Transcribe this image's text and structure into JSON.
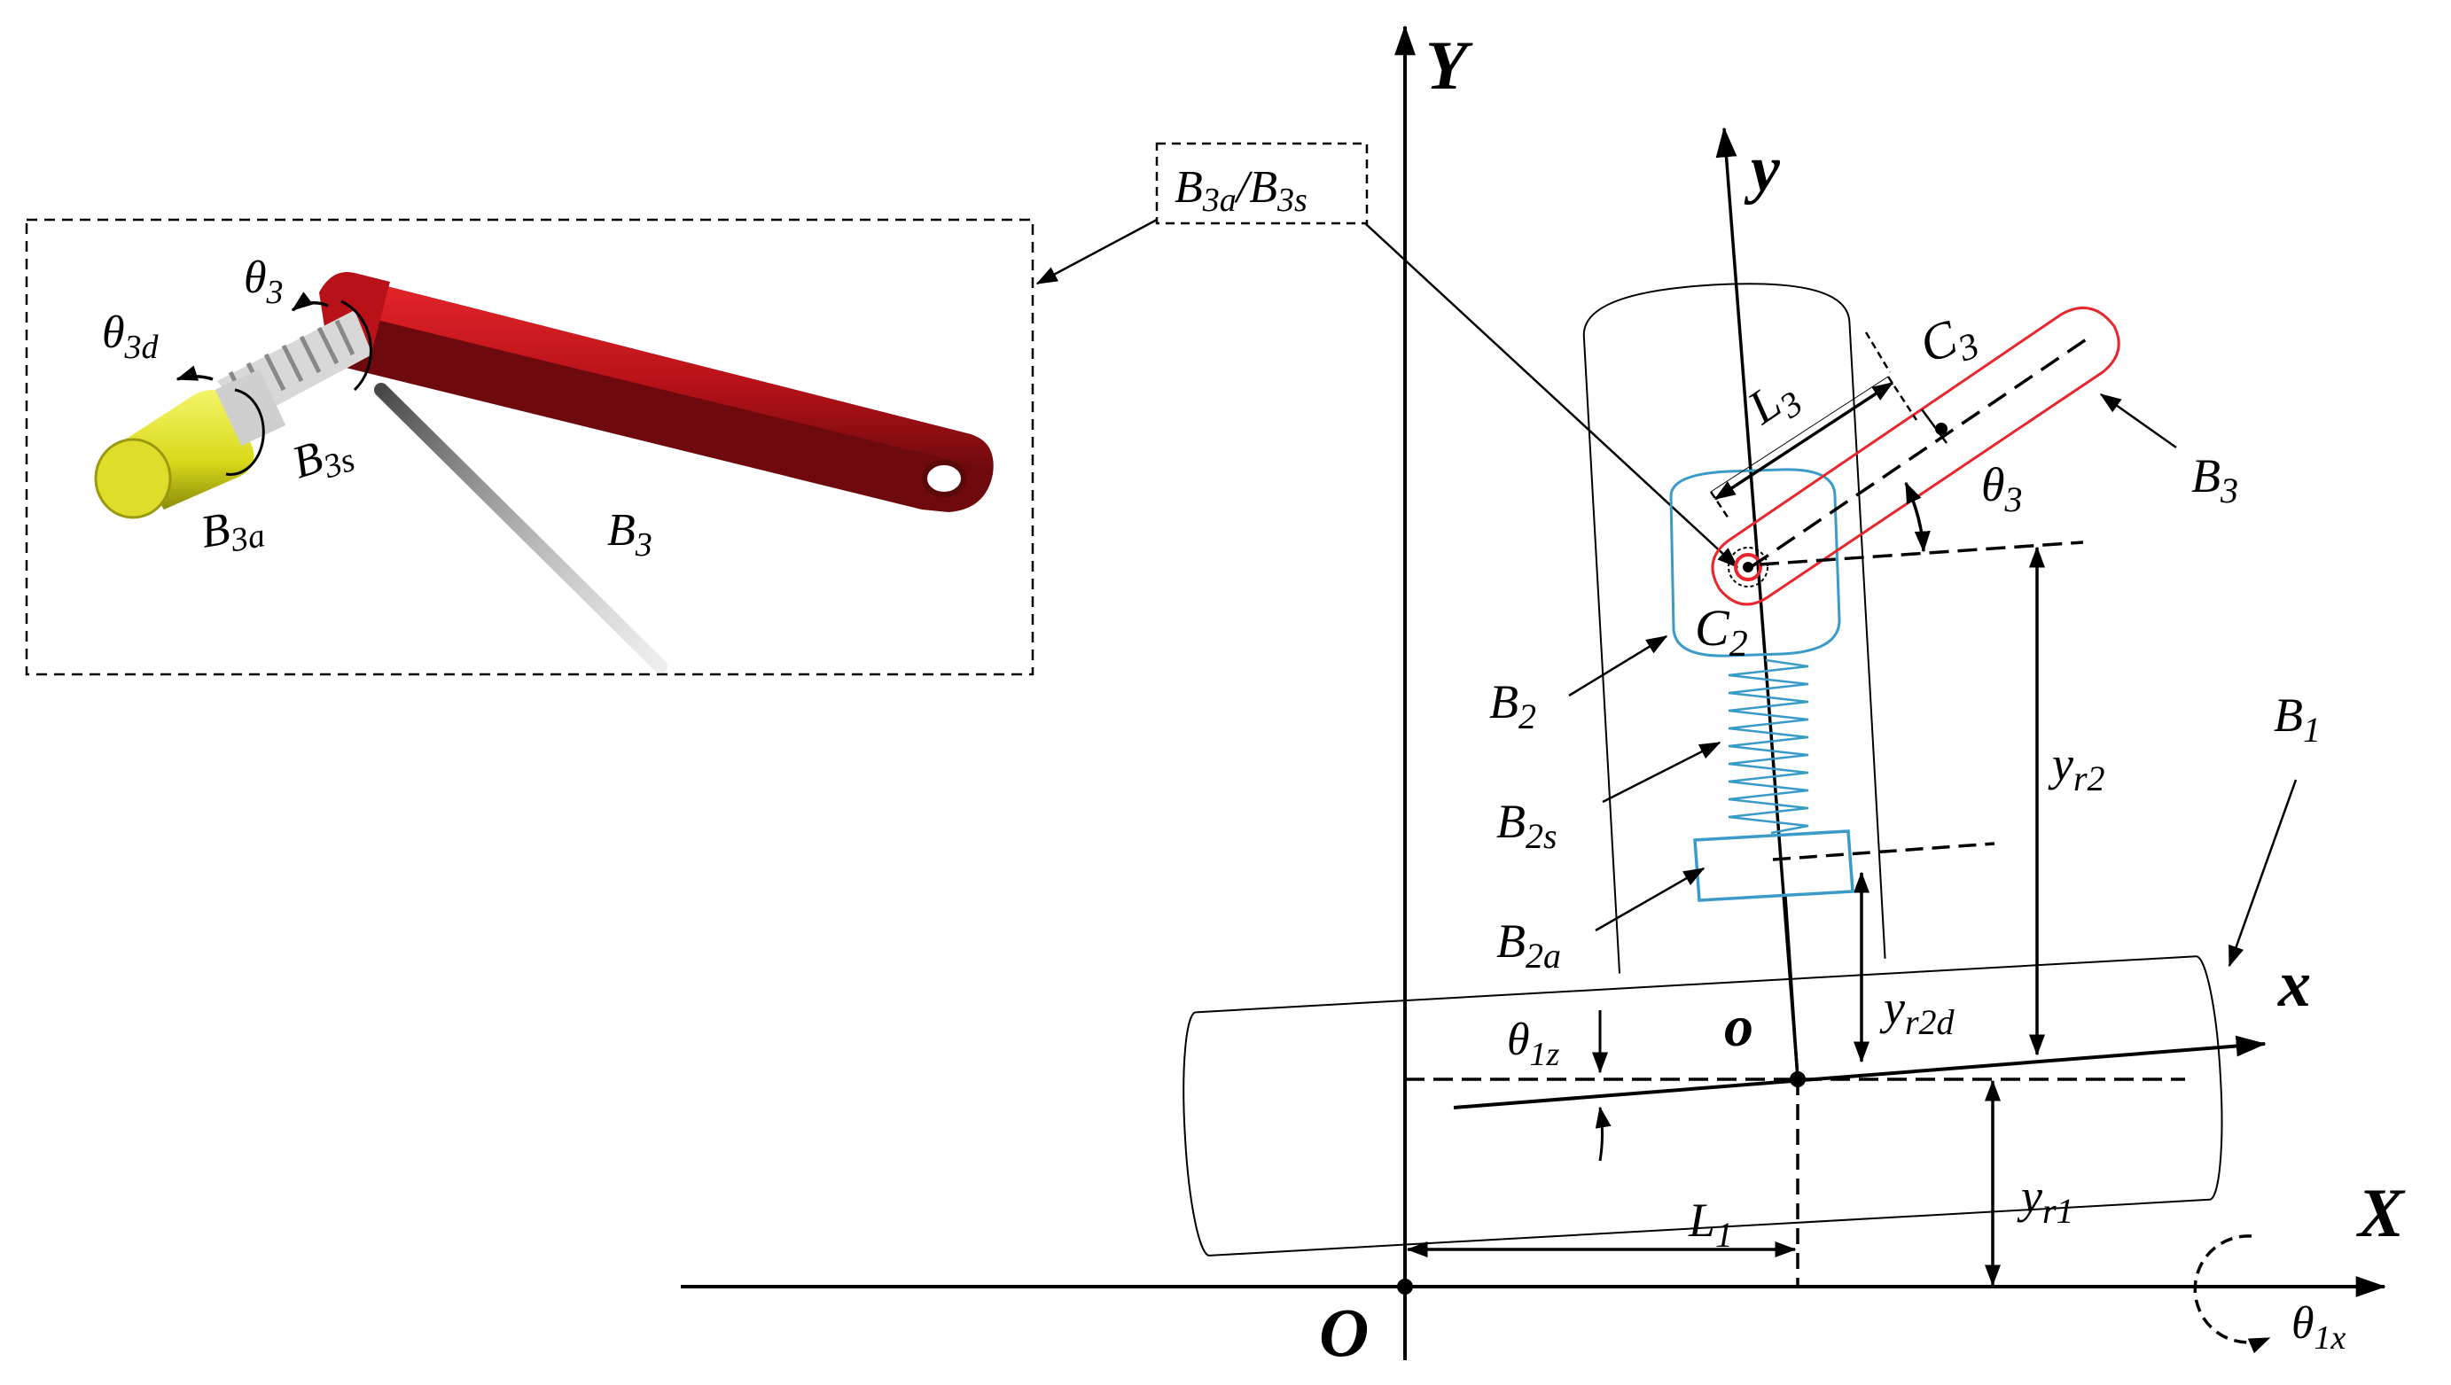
{
  "axes": {
    "global_y": "Y",
    "global_x": "X",
    "global_origin": "O",
    "local_y": "y",
    "local_x": "x",
    "local_origin": "o"
  },
  "callout": {
    "label_main": "B",
    "label_sub1": "3a",
    "label_sep": "/B",
    "label_sub2": "3s"
  },
  "inset": {
    "theta3": "θ",
    "theta3_sub": "3",
    "theta3d": "θ",
    "theta3d_sub": "3d",
    "b3s": "B",
    "b3s_sub": "3s",
    "b3a": "B",
    "b3a_sub": "3a",
    "b3": "B",
    "b3_sub": "3"
  },
  "labels": {
    "L3": "L",
    "L3_sub": "3",
    "C3": "C",
    "C3_sub": "3",
    "C2": "C",
    "C2_sub": "2",
    "B3": "B",
    "B3_sub": "3",
    "theta3": "θ",
    "theta3_sub": "3",
    "B2": "B",
    "B2_sub": "2",
    "B1": "B",
    "B1_sub": "1",
    "yr2": "y",
    "yr2_sub": "r2",
    "B2s": "B",
    "B2s_sub": "2s",
    "B2a": "B",
    "B2a_sub": "2a",
    "yr2d": "y",
    "yr2d_sub": "r2d",
    "theta1z": "θ",
    "theta1z_sub": "1z",
    "L1": "L",
    "L1_sub": "1",
    "yr1": "y",
    "yr1_sub": "r1",
    "theta1x": "θ",
    "theta1x_sub": "1x"
  },
  "colors": {
    "link": "#c8161d",
    "link_dark": "#7a0c10",
    "spring_blue": "#3a9bc8",
    "yellow": "#e6e61e",
    "black": "#000000"
  }
}
